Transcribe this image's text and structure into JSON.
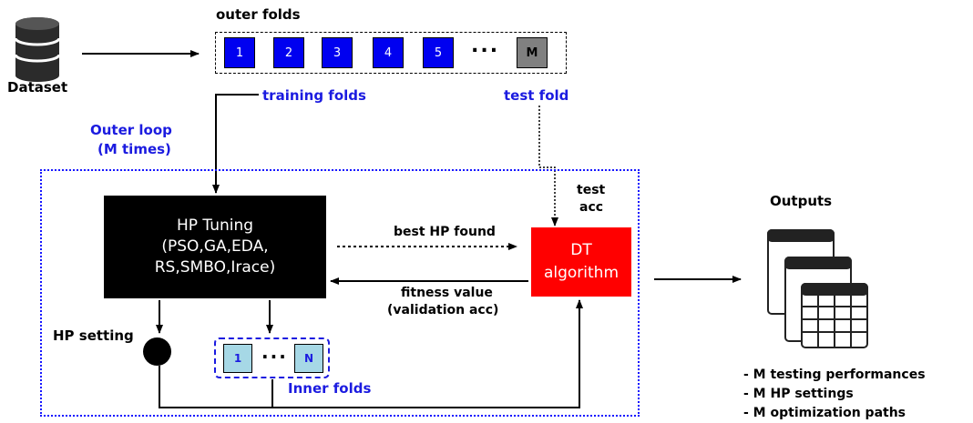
{
  "dataset": {
    "label": "Dataset"
  },
  "outer_folds": {
    "title": "outer folds",
    "folds": [
      "1",
      "2",
      "3",
      "4",
      "5"
    ],
    "ellipsis": "...",
    "test_fold": "M",
    "training_label": "training folds",
    "test_label": "test fold"
  },
  "outer_loop": {
    "line1": "Outer loop",
    "line2": "(M times)"
  },
  "hp_tuning": {
    "line1": "HP Tuning",
    "line2": "(PSO,GA,EDA,",
    "line3": "RS,SMBO,Irace)"
  },
  "dt": {
    "line1": "DT",
    "line2": "algorithm"
  },
  "edges": {
    "best_hp": "best HP found",
    "fitness1": "fitness value",
    "fitness2": "(validation acc)",
    "test_acc1": "test",
    "test_acc2": "acc"
  },
  "hp_setting": {
    "label": "HP setting"
  },
  "inner_folds": {
    "first": "1",
    "ellipsis": "...",
    "last": "N",
    "label": "Inner folds"
  },
  "outputs": {
    "title": "Outputs",
    "items": [
      "- M testing performances",
      "- M HP settings",
      "- M optimization paths"
    ]
  },
  "colors": {
    "fold_blue": "#0000f0",
    "test_gray": "#808080",
    "dt_red": "#ff0000",
    "label_blue": "#1b1be0",
    "inner_fold": "#a6d8e6"
  }
}
